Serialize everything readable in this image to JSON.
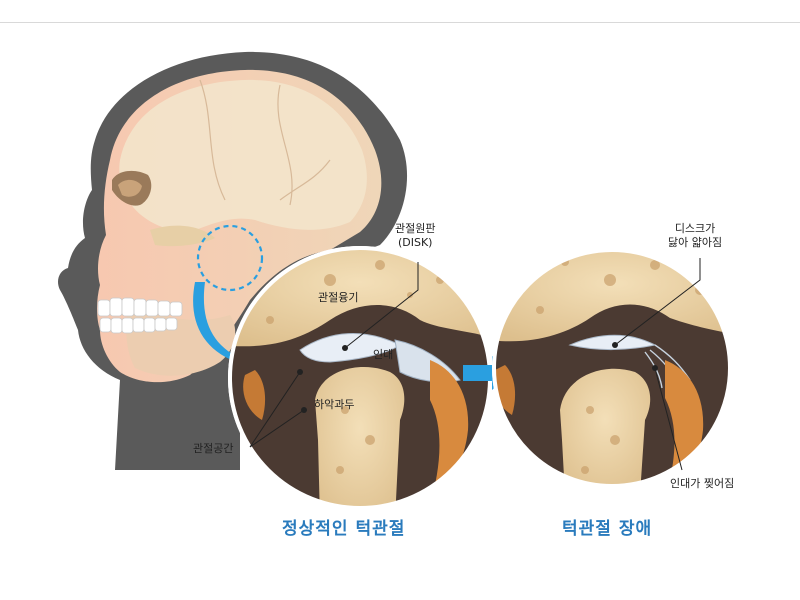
{
  "labels": {
    "disk": [
      "관절원판",
      "(DISK)"
    ],
    "condyle_eminence": "관절융기",
    "ligament": "인대",
    "mandibular_condyle": "하악과두",
    "joint_space": "관절공간",
    "disk_worn": [
      "디스크가",
      "닳아 얇아짐"
    ],
    "ligament_torn": "인대가 찢어짐"
  },
  "captions": {
    "normal": "정상적인 턱관절",
    "disorder": "턱관절 장애"
  },
  "colors": {
    "accent_blue": "#2a9fe0",
    "caption_blue": "#2a7bbd",
    "bone": "#e9d3a8",
    "skin_gray": "#555555"
  },
  "icons": {
    "zoom_arrow": "curved-blue-arrow",
    "transition_arrow": "right-blue-arrow"
  }
}
